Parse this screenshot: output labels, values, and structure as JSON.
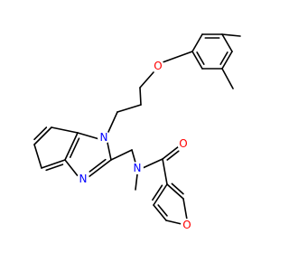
{
  "molecule": {
    "atom_labels": {
      "ether_oxygen": "O",
      "ring_nitrogen_n1": "N",
      "ring_nitrogen_n3": "N",
      "amide_nitrogen": "N",
      "carbonyl_oxygen": "O",
      "furan_oxygen": "O"
    },
    "colors": {
      "bond": "#000000",
      "oxygen": "#ff0000",
      "nitrogen": "#0000ff",
      "background": "#ffffff"
    }
  }
}
